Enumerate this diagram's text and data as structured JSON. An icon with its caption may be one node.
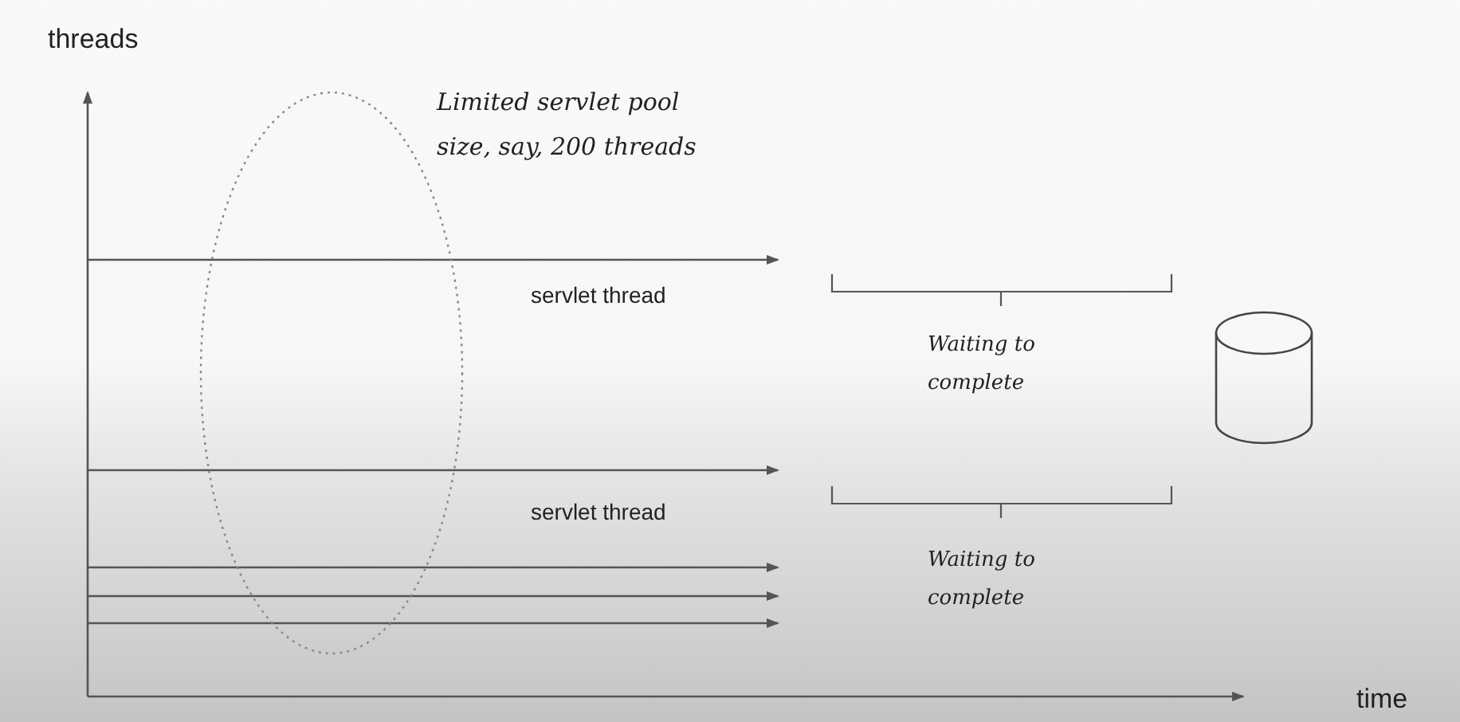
{
  "diagram": {
    "nodes": [
      {
        "text": [],
        "shape": "ellipse",
        "beside": [
          "Limited servlet pool size, say, 200 threads"
        ]
      },
      {
        "text": [],
        "shape": "cylinder"
      }
    ],
    "labels": [
      "threads",
      "servlet thread",
      "Waiting to complete",
      "servlet thread",
      "Waiting to complete",
      "time"
    ]
  }
}
